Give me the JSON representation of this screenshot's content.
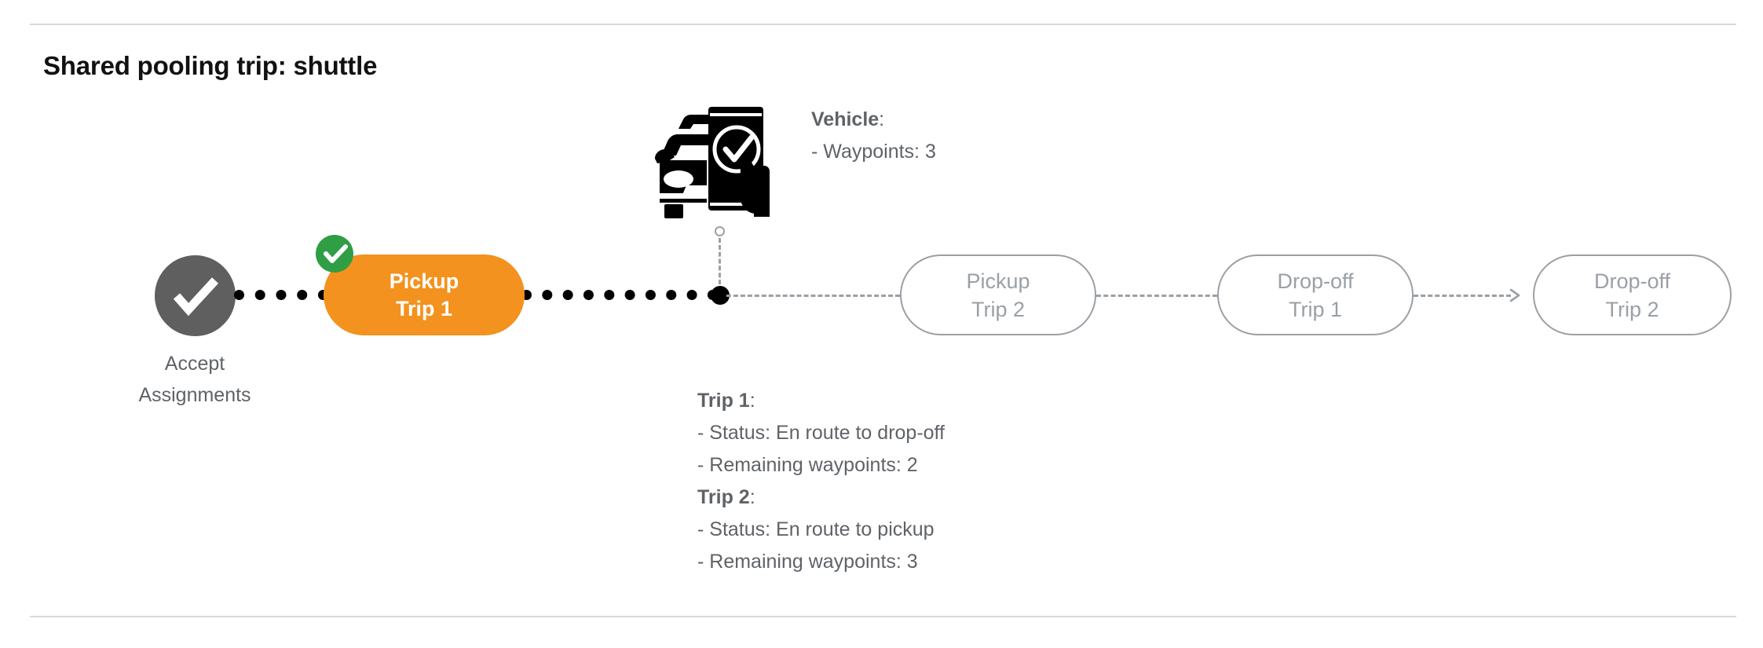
{
  "page": {
    "title": "Shared pooling trip: shuttle"
  },
  "colors": {
    "active_pill": "#f3921e",
    "done_badge": "#2f9e44",
    "node_circle": "#5f5f5f",
    "pending_border": "#9aa0a6",
    "text_gray": "#5f6368",
    "divider": "#d9d9db",
    "connector_black": "#000000"
  },
  "vehicle": {
    "icon": "car-phone-check-icon",
    "heading": "Vehicle",
    "heading_suffix": ":",
    "waypoints_line": "- Waypoints: 3",
    "marker_ring": "vehicle-position-ring",
    "marker_dot": "vehicle-position-dot"
  },
  "timeline": {
    "start_node": {
      "icon": "check-circle-icon",
      "label_line1": "Accept",
      "label_line2": "Assignments"
    },
    "steps": [
      {
        "id": "pickup-trip-1",
        "line1": "Pickup",
        "line2": "Trip 1",
        "state": "active",
        "badge": "check-badge-icon"
      },
      {
        "id": "pickup-trip-2",
        "line1": "Pickup",
        "line2": "Trip 2",
        "state": "pending"
      },
      {
        "id": "dropoff-trip-1",
        "line1": "Drop-off",
        "line2": "Trip 1",
        "state": "pending"
      },
      {
        "id": "dropoff-trip-2",
        "line1": "Drop-off",
        "line2": "Trip 2",
        "state": "pending"
      }
    ]
  },
  "trip_details": {
    "trip1_heading": "Trip 1",
    "trip1_heading_suffix": ":",
    "trip1_status": "- Status:  En route to drop-off",
    "trip1_waypoints": "- Remaining waypoints: 2",
    "trip2_heading": "Trip 2",
    "trip2_heading_suffix": ":",
    "trip2_status": "- Status:  En route to pickup",
    "trip2_waypoints": "- Remaining waypoints: 3"
  }
}
